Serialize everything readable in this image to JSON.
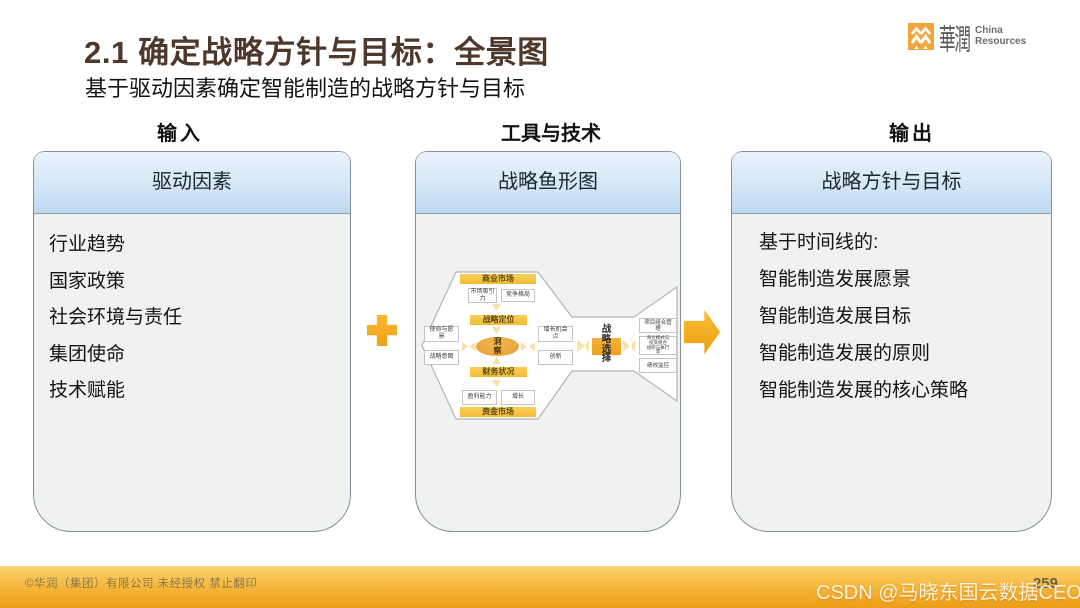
{
  "header": {
    "title": "2.1 确定战略方针与目标：全景图",
    "subtitle": "基于驱动因素确定智能制造的战略方针与目标"
  },
  "logo": {
    "cn": "華潤",
    "en_line1": "China",
    "en_line2": "Resources"
  },
  "columns": {
    "input_label": "输入",
    "tools_label": "工具与技术",
    "output_label": "输出"
  },
  "input_card": {
    "header": "驱动因素",
    "items": [
      "行业趋势",
      "国家政策",
      "社会环境与责任",
      "集团使命",
      "技术赋能"
    ]
  },
  "tools_card": {
    "header": "战略鱼形图",
    "fish": {
      "top_bar": "商业市场",
      "position_bar": "战略定位",
      "finance_bar": "财务状况",
      "bottom_bar": "资金市场",
      "insight_ellipse": "洞\n察",
      "choice": "战\n略\n选\n择",
      "box_market_attraction": "市场吸引\n力",
      "box_competition": "竞争格局",
      "box_mission": "使命与愿\n景",
      "box_intent": "战略意图",
      "box_growth": "增长机会\n点",
      "box_innovation": "创新",
      "box_profit": "盈利能力",
      "box_grow": "增长",
      "tail_box_1": "项目组合管\n理",
      "tail_box_2": "商业模式与\n投资组合\n组织与执行\n等",
      "tail_box_3": "绩效监控"
    }
  },
  "output_card": {
    "header": "战略方针与目标",
    "items": [
      "基于时间线的:",
      "智能制造发展愿景",
      "智能制造发展目标",
      "智能制造发展的原则",
      "智能制造发展的核心策略"
    ]
  },
  "footer": {
    "copyright": "©华润（集团）有限公司  未经授权 禁止翻印",
    "page_number": "259",
    "watermark": "CSDN @马晓东国云数据CEO"
  },
  "colors": {
    "accent_orange": "#F5A81C",
    "card_header_blue": "#BED9F2",
    "title_brown": "#4E382B",
    "footer_orange": "#F6B73E"
  }
}
